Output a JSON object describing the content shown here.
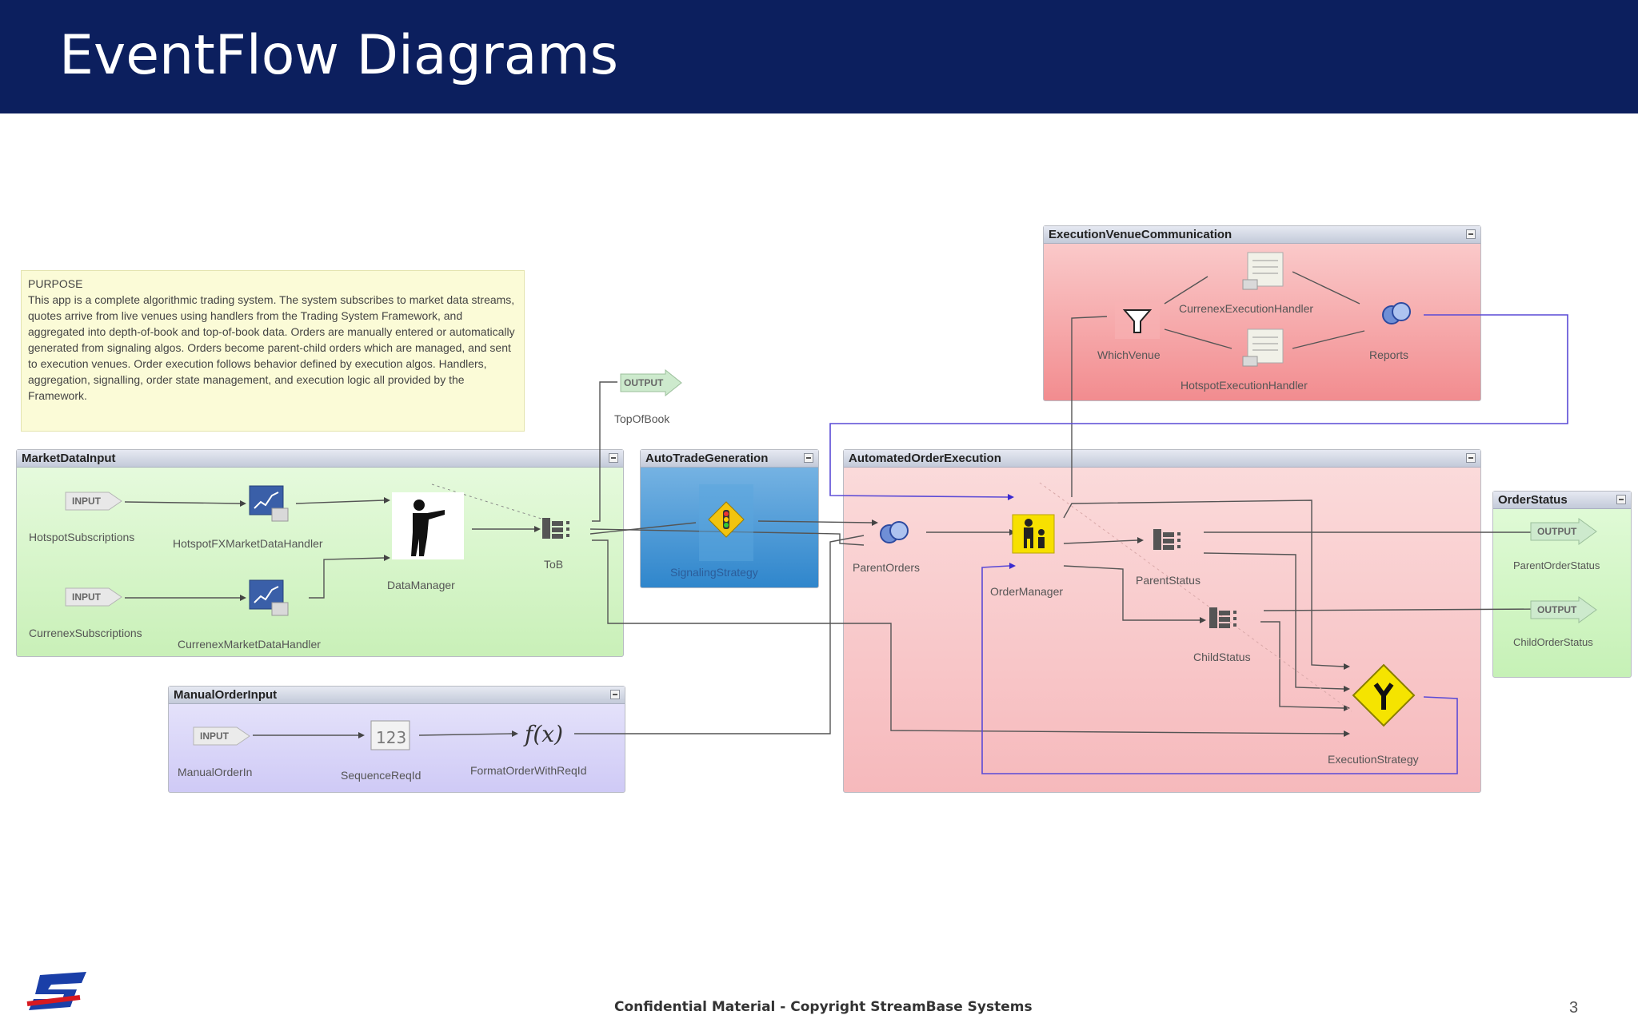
{
  "slide": {
    "title": "EventFlow Diagrams",
    "footer": "Confidential Material - Copyright StreamBase Systems",
    "page_number": "3"
  },
  "note": {
    "heading": "PURPOSE",
    "body": "This app is a complete algorithmic trading system. The system subscribes to market data streams, quotes arrive from live venues using handlers from the Trading System Framework, and aggregated into depth-of-book and top-of-book data. Orders are manually entered or automatically generated from signaling algos. Orders become parent-child orders which are managed, and sent to execution venues. Order execution follows behavior defined by execution algos. Handlers, aggregation, signalling, order state management, and execution logic all provided by the Framework."
  },
  "groups": {
    "market_data_input": "MarketDataInput",
    "auto_trade_generation": "AutoTradeGeneration",
    "automated_order_execution": "AutomatedOrderExecution",
    "execution_venue_communication": "ExecutionVenueCommunication",
    "order_status": "OrderStatus",
    "manual_order_input": "ManualOrderInput"
  },
  "io_labels": {
    "input": "INPUT",
    "output": "OUTPUT"
  },
  "nodes": {
    "hotspot_subscriptions": "HotspotSubscriptions",
    "currenex_subscriptions": "CurrenexSubscriptions",
    "hotspot_fx_handler": "HotspotFXMarketDataHandler",
    "currenex_handler": "CurrenexMarketDataHandler",
    "data_manager": "DataManager",
    "tob": "ToB",
    "top_of_book": "TopOfBook",
    "signaling_strategy": "SignalingStrategy",
    "parent_orders": "ParentOrders",
    "order_manager": "OrderManager",
    "parent_status": "ParentStatus",
    "child_status": "ChildStatus",
    "execution_strategy": "ExecutionStrategy",
    "which_venue": "WhichVenue",
    "currenex_execution_handler": "CurrenexExecutionHandler",
    "hotspot_execution_handler": "HotspotExecutionHandler",
    "reports": "Reports",
    "parent_order_status": "ParentOrderStatus",
    "child_order_status": "ChildOrderStatus",
    "manual_order_in": "ManualOrderIn",
    "sequence_reqid": "SequenceReqId",
    "format_order": "FormatOrderWithReqId"
  },
  "colors": {
    "title_bar": "#0c1f5e",
    "green_group": "#d8f5c8",
    "blue_group": "#3a8fd0",
    "red_group": "#f7c3c6",
    "purple_group": "#d6d3f7",
    "note_bg": "#fbfbd7"
  }
}
